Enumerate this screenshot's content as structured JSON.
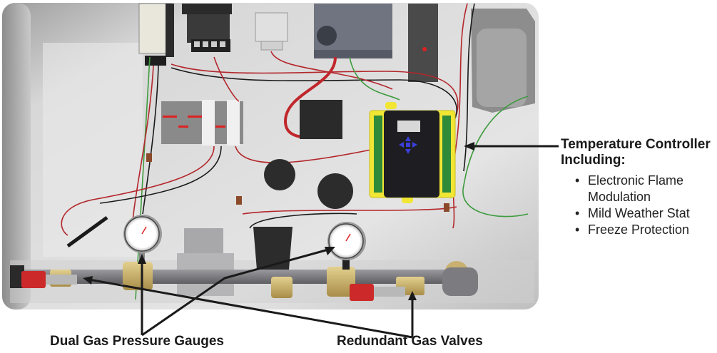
{
  "callouts": {
    "temperature_controller": {
      "title_line1": "Temperature Controller",
      "title_line2": "Including:",
      "bullet_glyph": "•",
      "features": [
        {
          "line1": "Electronic Flame",
          "line2": "Modulation"
        },
        {
          "line1": "Mild Weather Stat",
          "line2": null
        },
        {
          "line1": "Freeze Protection",
          "line2": null
        }
      ]
    },
    "gauges": {
      "label": "Dual Gas Pressure Gauges"
    },
    "valves": {
      "label": "Redundant Gas Valves"
    }
  },
  "colors": {
    "panel": "#d9d9d9",
    "frame": "#c6c6c6",
    "controller_housing": "#f2e634",
    "controller_face": "#1e1e22",
    "controller_keys": "#3a3fd9",
    "wire_red": "#b3262b",
    "wire_green": "#3e9b3e",
    "brass": "#c9b070",
    "valve_handle": "#cc2a2a",
    "pipe": "#7c7c80",
    "arrow": "#1a1a1a"
  }
}
